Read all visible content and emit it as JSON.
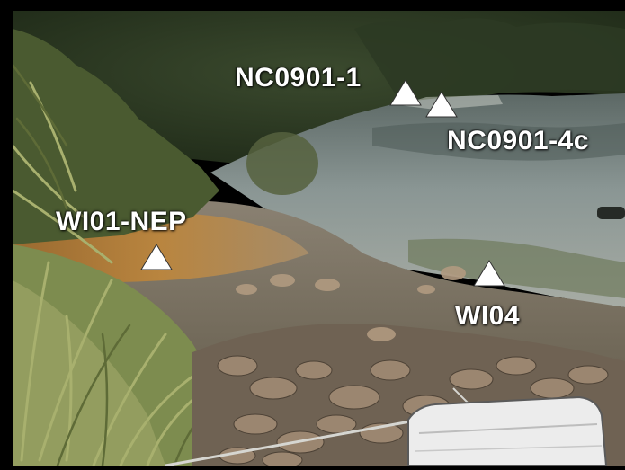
{
  "photo": {
    "sites": [
      {
        "id": "nc0901-1",
        "label": "NC0901-1"
      },
      {
        "id": "nc0901-4c",
        "label": "NC0901-4c"
      },
      {
        "id": "wi01-nep",
        "label": "WI01-NEP"
      },
      {
        "id": "wi04",
        "label": "WI04"
      }
    ],
    "marker_shape": "triangle-icon",
    "colors": {
      "label_text": "#ffffff",
      "marker_fill": "#ffffff",
      "water": "#7d8a8c",
      "foliage": "#2e3a25",
      "reeds": "#8a9460",
      "orange_mud": "#b8803e",
      "rocks": "#8a7560"
    }
  }
}
